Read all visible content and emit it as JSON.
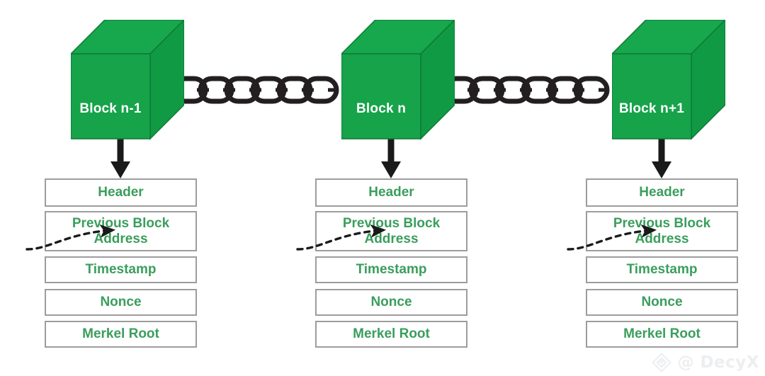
{
  "diagram": {
    "title": "Blockchain block structure",
    "colors": {
      "cube_front": "#16a34a",
      "cube_top": "#17a74c",
      "cube_side": "#109a44",
      "cube_edge": "#0d7a36",
      "chain": "#231f20",
      "box_border": "#9d9d9d",
      "box_text": "#3a9e5c",
      "arrow": "#1a1a1a",
      "background": "#ffffff",
      "watermark": "#eceef0"
    },
    "blocks": [
      {
        "id": "block-n-minus-1",
        "label": "Block n-1",
        "fields": [
          {
            "name": "header",
            "label": "Header"
          },
          {
            "name": "previous-block-address",
            "label": "Previous Block Address"
          },
          {
            "name": "timestamp",
            "label": "Timestamp"
          },
          {
            "name": "nonce",
            "label": "Nonce"
          },
          {
            "name": "merkel-root",
            "label": "Merkel Root"
          }
        ]
      },
      {
        "id": "block-n",
        "label": "Block n",
        "fields": [
          {
            "name": "header",
            "label": "Header"
          },
          {
            "name": "previous-block-address",
            "label": "Previous Block Address"
          },
          {
            "name": "timestamp",
            "label": "Timestamp"
          },
          {
            "name": "nonce",
            "label": "Nonce"
          },
          {
            "name": "merkel-root",
            "label": "Merkel Root"
          }
        ]
      },
      {
        "id": "block-n-plus-1",
        "label": "Block n+1",
        "fields": [
          {
            "name": "header",
            "label": "Header"
          },
          {
            "name": "previous-block-address",
            "label": "Previous Block Address"
          },
          {
            "name": "timestamp",
            "label": "Timestamp"
          },
          {
            "name": "nonce",
            "label": "Nonce"
          },
          {
            "name": "merkel-root",
            "label": "Merkel Root"
          }
        ]
      }
    ],
    "connectors": {
      "chain_segments": 2,
      "links_per_segment": 5,
      "down_arrows": 3,
      "dashed_arrows": 3
    },
    "watermark": {
      "text": "@ DecyX",
      "logo": "diamond-logo-icon"
    }
  }
}
